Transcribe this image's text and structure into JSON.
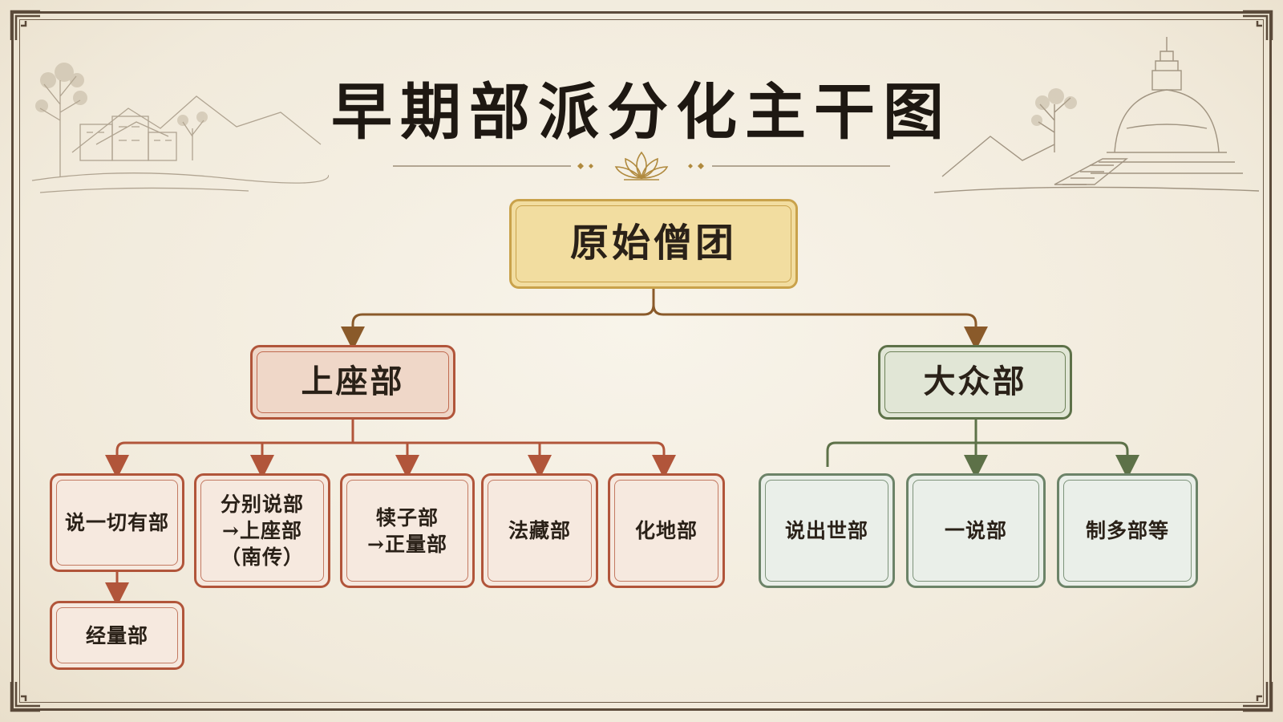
{
  "title": "早期部派分化主干图",
  "root": {
    "label": "原始僧团"
  },
  "branches": [
    {
      "label": "上座部",
      "children": [
        "说一切有部",
        "分别说部\n→上座部\n（南传）",
        "犊子部\n→正量部",
        "法藏部",
        "化地部"
      ],
      "sub_child": "经量部"
    },
    {
      "label": "大众部",
      "children": [
        "说出世部",
        "一说部",
        "制多部等"
      ]
    }
  ],
  "colors": {
    "root_border": "#c9a24b",
    "theravada_line": "#b1553a",
    "mahasanghika_line": "#5d7148",
    "gold_line": "#8a5a2a"
  },
  "icons": [
    "lotus-icon",
    "landscape-left-icon",
    "stupa-icon"
  ]
}
